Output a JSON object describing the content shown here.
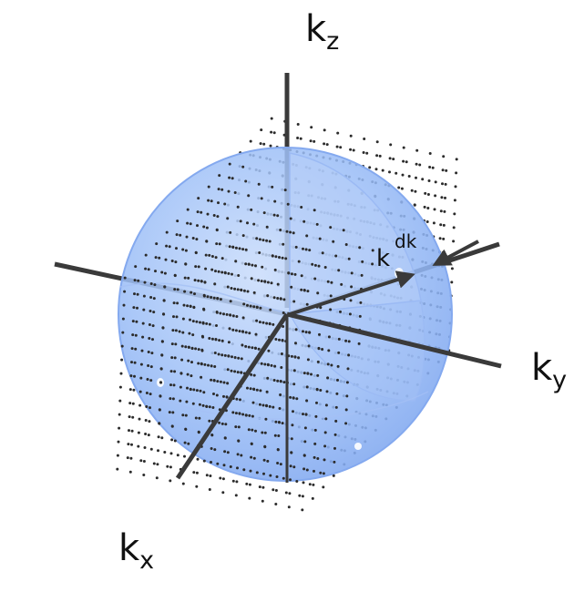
{
  "labels": {
    "kz": {
      "base": "k",
      "sub": "z"
    },
    "ky": {
      "base": "k",
      "sub": "y"
    },
    "kx": {
      "base": "k",
      "sub": "x"
    },
    "k_vector": "k",
    "dk": "dk"
  },
  "colors": {
    "sphere": "#8fb4f5",
    "sphere_edge": "#7aa3ee",
    "axis": "#3a3a3a",
    "lattice_point": "#2b2b2b",
    "arrow": "#3a3a3a"
  },
  "lattice": {
    "description_visible": false,
    "grid_points_per_axis": 15
  }
}
